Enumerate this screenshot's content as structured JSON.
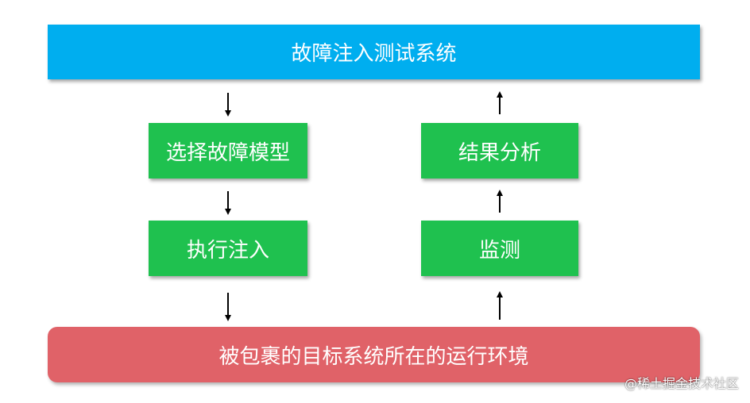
{
  "diagram": {
    "system": "故障注入测试系统",
    "left_flow": [
      "选择故障模型",
      "执行注入"
    ],
    "right_flow": [
      "结果分析",
      "监测"
    ],
    "environment": "被包裹的目标系统所在的运行环境"
  },
  "watermark": "@稀土掘金技术社区",
  "colors": {
    "system_bar": "#00aeef",
    "step_box": "#1fc14f",
    "environment_bar": "#e06268",
    "arrow": "#000000"
  }
}
